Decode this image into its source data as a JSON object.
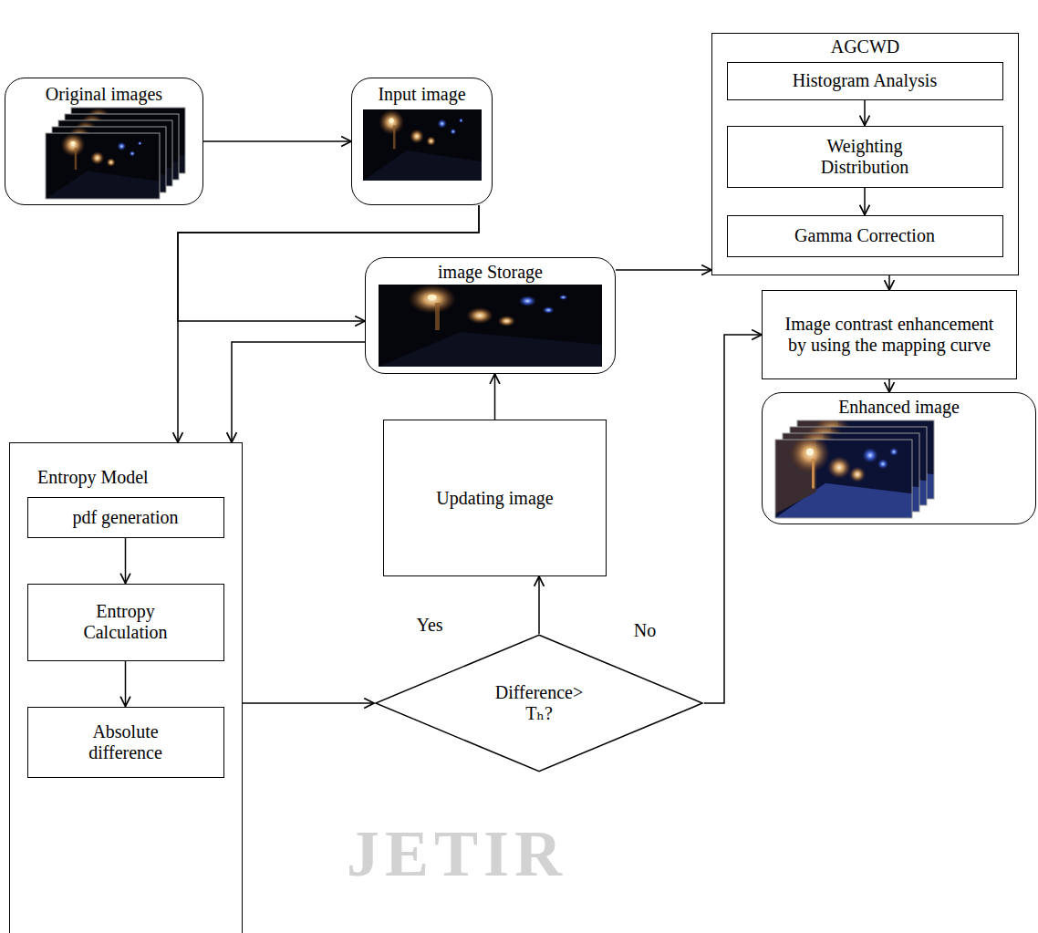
{
  "diagram": {
    "nodes": [
      {
        "text": [
          "Original images"
        ]
      },
      {
        "text": [
          "Input image"
        ]
      },
      {
        "text": [
          "AGCWD"
        ]
      },
      {
        "text": [
          "Histogram Analysis"
        ],
        "in": 2
      },
      {
        "text": [
          "Weighting Distribution"
        ],
        "in": 2
      },
      {
        "text": [
          "Gamma Correction"
        ],
        "in": 2
      },
      {
        "text": [
          "image Storage"
        ]
      },
      {
        "text": [
          "Image contrast enhancement by using the mapping curve"
        ]
      },
      {
        "text": [
          "Enhanced image"
        ]
      },
      {
        "text": [
          "Entropy Model"
        ]
      },
      {
        "text": [
          "pdf generation"
        ],
        "in": 9
      },
      {
        "text": [
          "Entropy Calculation"
        ],
        "in": 9
      },
      {
        "text": [
          "Absolute difference"
        ],
        "in": 9
      },
      {
        "text": [
          "Updating image"
        ]
      },
      {
        "text": [
          "Difference> Tₕ?"
        ]
      }
    ],
    "edges": [
      {
        "from": 0,
        "to": 1,
        "arrow": "to"
      },
      {
        "from": 1,
        "to": 9,
        "arrow": "to"
      },
      {
        "from": 1,
        "to": 6,
        "arrow": "to"
      },
      {
        "from": 6,
        "to": 9,
        "arrow": "to"
      },
      {
        "from": 6,
        "to": 2,
        "arrow": "to"
      },
      {
        "from": 3,
        "to": 4,
        "arrow": "to"
      },
      {
        "from": 4,
        "to": 5,
        "arrow": "to"
      },
      {
        "from": 2,
        "to": 7,
        "arrow": "to"
      },
      {
        "from": 7,
        "to": 8,
        "arrow": "to"
      },
      {
        "from": 10,
        "to": 11,
        "arrow": "to"
      },
      {
        "from": 11,
        "to": 12,
        "arrow": "to"
      },
      {
        "from": 9,
        "to": 14,
        "arrow": "to"
      },
      {
        "from": 14,
        "to": 13,
        "label": "Yes",
        "arrow": "to"
      },
      {
        "from": 14,
        "to": 7,
        "label": "No",
        "arrow": "to"
      },
      {
        "from": 13,
        "to": 6,
        "arrow": "to"
      }
    ],
    "labels": [
      "JETIR"
    ]
  }
}
